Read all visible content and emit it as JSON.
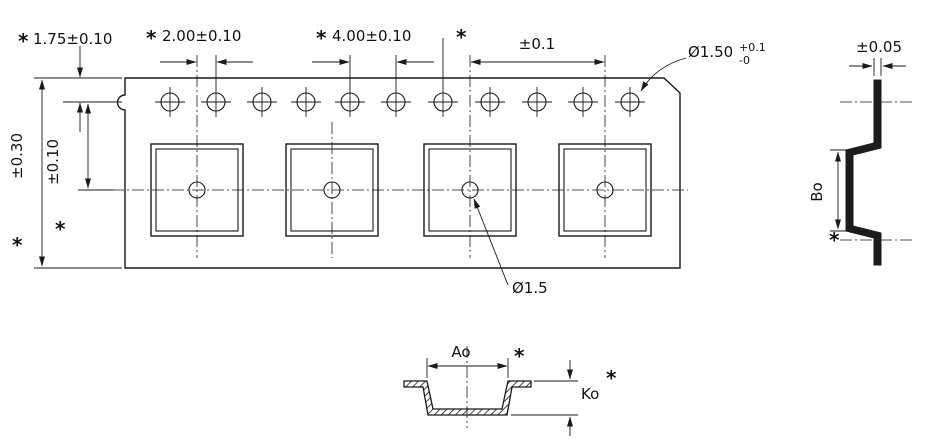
{
  "drawing": {
    "marker": "*",
    "top_view": {
      "dim_edge_to_sprocket": "1.75±0.10",
      "dim_sprocket_to_pocket": "2.00±0.10",
      "dim_sprocket_pitch": "4.00±0.10",
      "dim_pocket_pitch": "±0.1",
      "sprocket_dia": "Ø1.50",
      "sprocket_dia_tol_plus": "+0.1",
      "sprocket_dia_tol_minus": "-0",
      "dim_tape_width": "±0.30",
      "dim_sprocket_to_pocket_center": "±0.10",
      "pocket_hole_dia": "Ø1.5"
    },
    "side_view": {
      "dim_thickness": "±0.05",
      "dim_pocket_width": "Bo"
    },
    "section_view": {
      "dim_pocket_length": "Ao",
      "dim_pocket_depth": "Ko"
    }
  }
}
